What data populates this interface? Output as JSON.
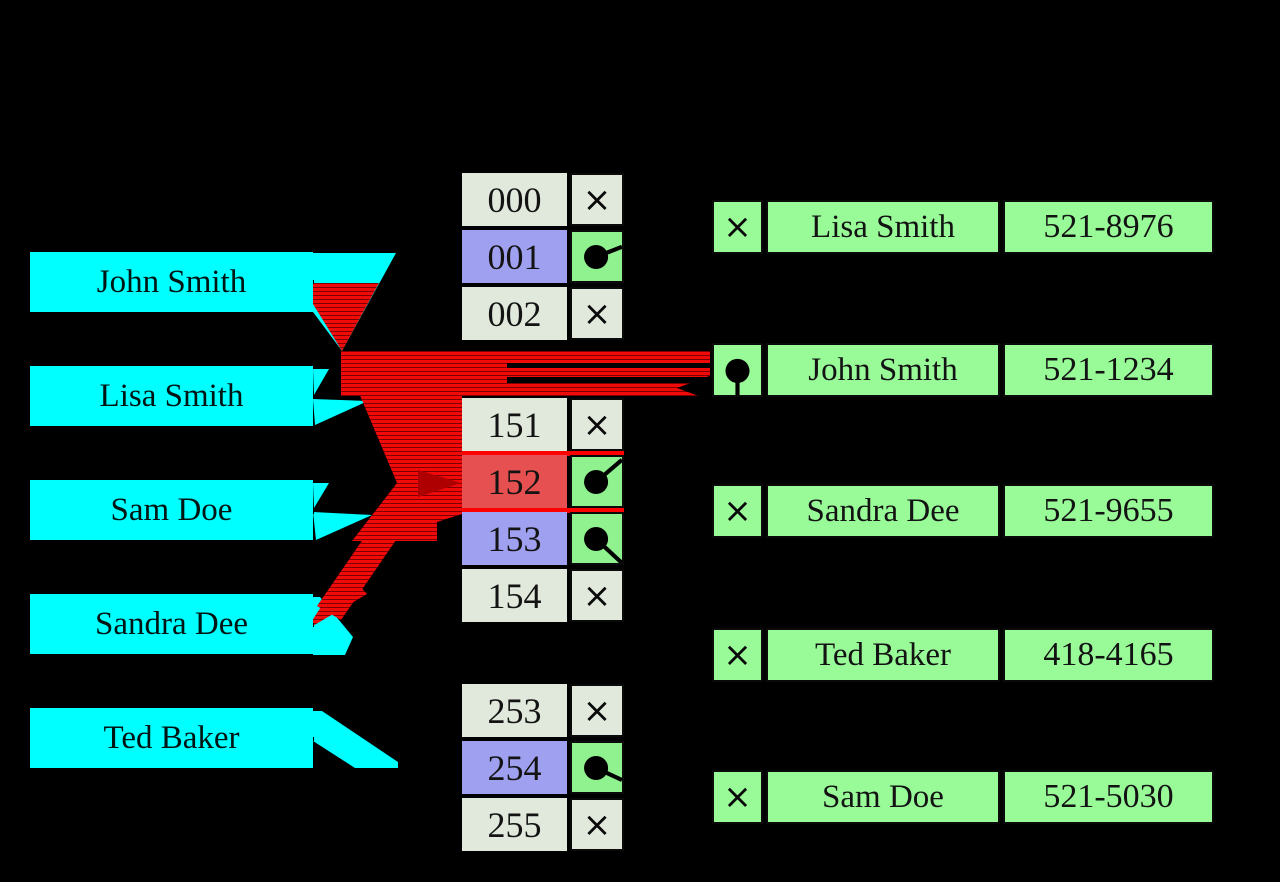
{
  "keys": [
    {
      "label": "John Smith"
    },
    {
      "label": "Lisa Smith"
    },
    {
      "label": "Sam Doe"
    },
    {
      "label": "Sandra Dee"
    },
    {
      "label": "Ted Baker"
    }
  ],
  "buckets": [
    {
      "index": "000",
      "slot": "empty"
    },
    {
      "index": "001",
      "slot": "pointer",
      "highlight": "purple"
    },
    {
      "index": "002",
      "slot": "empty"
    },
    {
      "index": "151",
      "slot": "empty"
    },
    {
      "index": "152",
      "slot": "pointer",
      "highlight": "red-collision"
    },
    {
      "index": "153",
      "slot": "pointer",
      "highlight": "purple"
    },
    {
      "index": "154",
      "slot": "empty"
    },
    {
      "index": "253",
      "slot": "empty"
    },
    {
      "index": "254",
      "slot": "pointer",
      "highlight": "purple"
    },
    {
      "index": "255",
      "slot": "empty"
    }
  ],
  "entries": [
    {
      "name": "Lisa Smith",
      "phone": "521-8976",
      "next": "null"
    },
    {
      "name": "John Smith",
      "phone": "521-1234",
      "next": "points-to-next-entry"
    },
    {
      "name": "Sandra Dee",
      "phone": "521-9655",
      "next": "null"
    },
    {
      "name": "Ted Baker",
      "phone": "418-4165",
      "next": "null"
    },
    {
      "name": "Sam Doe",
      "phone": "521-5030",
      "next": "null"
    }
  ],
  "glyphs": {
    "null_marker": "×"
  },
  "colors": {
    "background": "#000000",
    "key_tag": "#00ffff",
    "bucket_empty": "#e0e9db",
    "bucket_purple": "#a0a0f0",
    "bucket_collision_fill": "#e65050",
    "pointer_cell_green": "#8ff28f",
    "entry_green": "#98fb98",
    "arrow_red": "#f00a0a",
    "arrow_red_dark": "#ae0000",
    "gap_red": "#ff0000"
  }
}
